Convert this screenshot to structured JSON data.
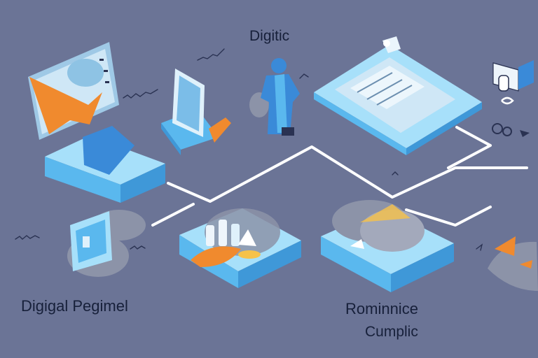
{
  "labels": {
    "top": "Digitic",
    "left": "Digigal Pegimel",
    "right_line1": "Rominnice",
    "right_line2": "Cumplic"
  },
  "colors": {
    "background": "#6b7496",
    "platform_top": "#a7e0fa",
    "platform_side": "#5ab8ee",
    "platform_edge": "#3f98d8",
    "accent_orange": "#f08a2e",
    "accent_blue": "#3a8ad8",
    "connector": "#ffffff",
    "shadow": "#8c93a8"
  },
  "icons": {
    "left_top": "browser-window-with-arrow-icon",
    "center_top": "tablet-on-stand-icon",
    "person": "person-figure-icon",
    "right_top": "dashboard-board-icon",
    "left_bottom": "monitor-icon",
    "center_bottom": "lab-vessels-icon",
    "right_bottom": "cloud-dome-icon",
    "far_right": "toolbox-icon"
  }
}
